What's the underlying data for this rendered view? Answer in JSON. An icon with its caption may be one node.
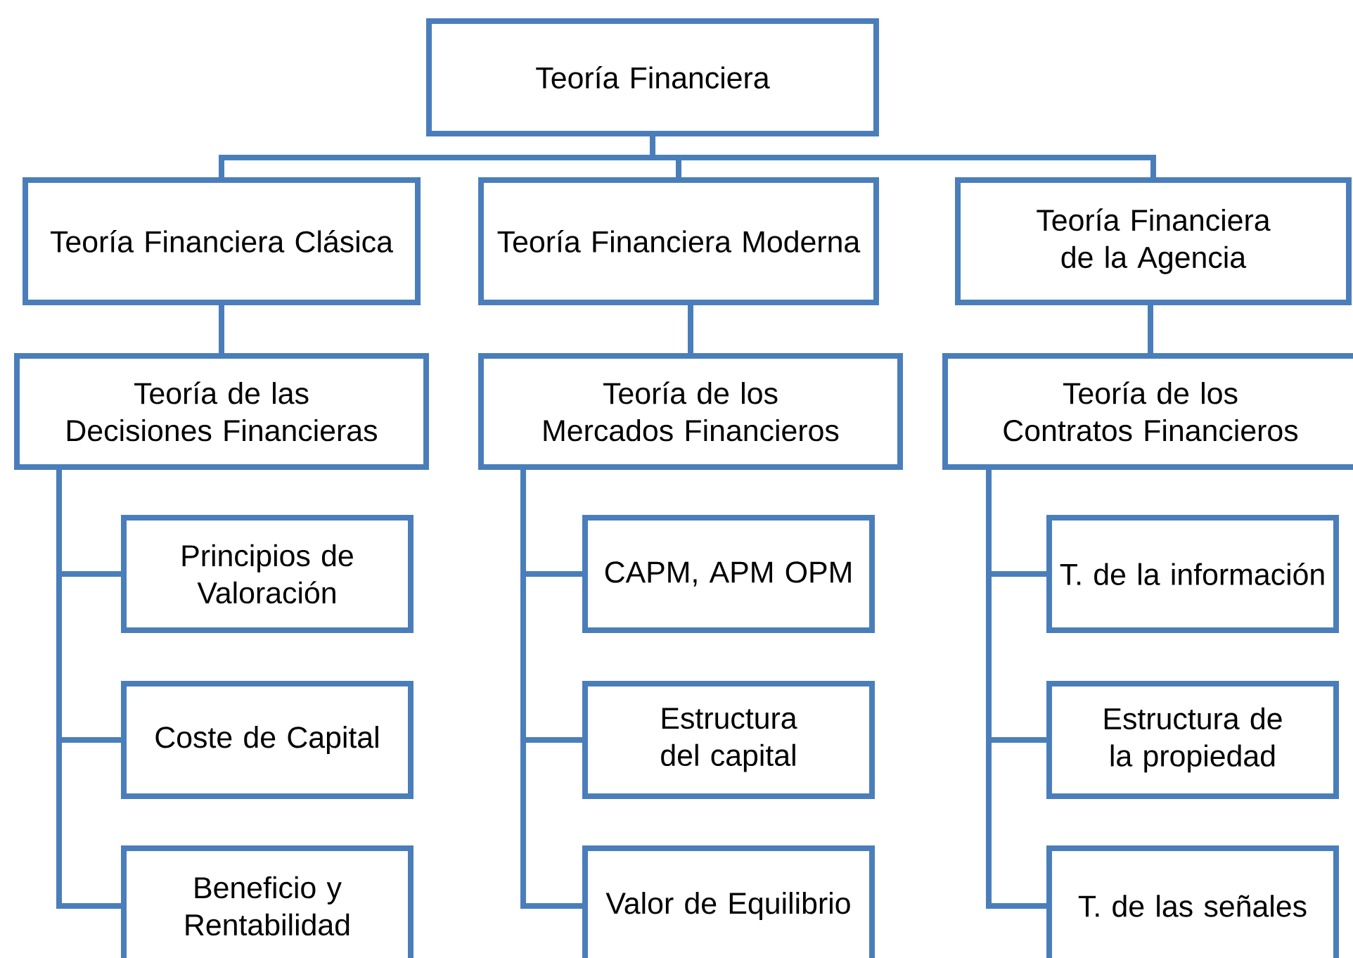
{
  "diagram": {
    "nodes": [
      {
        "text": [
          "Teoría Financiera"
        ]
      },
      {
        "text": [
          "Teoría Financiera Clásica"
        ]
      },
      {
        "text": [
          "Teoría Financiera Moderna"
        ]
      },
      {
        "text": [
          "Teoría Financiera de la Agencia"
        ]
      },
      {
        "text": [
          "Teoría de las Decisiones Financieras"
        ]
      },
      {
        "text": [
          "Teoría de los Mercados Financieros"
        ]
      },
      {
        "text": [
          "Teoría de los Contratos Financieros"
        ]
      },
      {
        "text": [
          "Principios de Valoración"
        ]
      },
      {
        "text": [
          "Coste de Capital"
        ]
      },
      {
        "text": [
          "Beneficio y Rentabilidad"
        ]
      },
      {
        "text": [
          "CAPM, APM OPM"
        ]
      },
      {
        "text": [
          "Estructura del capital"
        ]
      },
      {
        "text": [
          "Valor de Equilibrio"
        ]
      },
      {
        "text": [
          "T. de la información"
        ]
      },
      {
        "text": [
          "Estructura de la propiedad"
        ]
      },
      {
        "text": [
          "T. de las señales"
        ]
      }
    ],
    "edges": [
      {
        "from": 0,
        "to": 1,
        "arrow": "none"
      },
      {
        "from": 0,
        "to": 2,
        "arrow": "none"
      },
      {
        "from": 0,
        "to": 3,
        "arrow": "none"
      },
      {
        "from": 1,
        "to": 4,
        "arrow": "none"
      },
      {
        "from": 2,
        "to": 5,
        "arrow": "none"
      },
      {
        "from": 3,
        "to": 6,
        "arrow": "none"
      },
      {
        "from": 4,
        "to": 7,
        "arrow": "none"
      },
      {
        "from": 4,
        "to": 8,
        "arrow": "none"
      },
      {
        "from": 4,
        "to": 9,
        "arrow": "none"
      },
      {
        "from": 5,
        "to": 10,
        "arrow": "none"
      },
      {
        "from": 5,
        "to": 11,
        "arrow": "none"
      },
      {
        "from": 5,
        "to": 12,
        "arrow": "none"
      },
      {
        "from": 6,
        "to": 13,
        "arrow": "none"
      },
      {
        "from": 6,
        "to": 14,
        "arrow": "none"
      },
      {
        "from": 6,
        "to": 15,
        "arrow": "none"
      }
    ]
  }
}
